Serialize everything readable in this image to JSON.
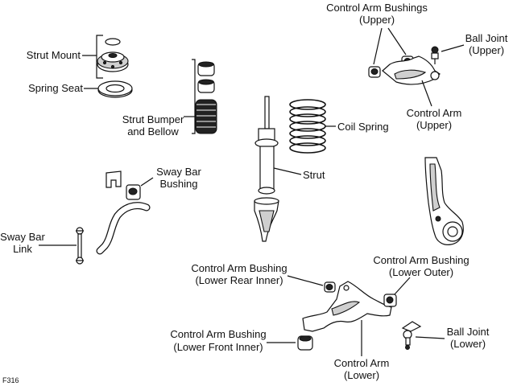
{
  "figure_id": "F316",
  "labels": {
    "strut_mount": "Strut Mount",
    "spring_seat": "Spring Seat",
    "strut_bumper": [
      "Strut Bumper",
      "and Bellow"
    ],
    "coil_spring": "Coil Spring",
    "strut": "Strut",
    "sway_bar_bushing": [
      "Sway Bar",
      "Bushing"
    ],
    "sway_bar_link": [
      "Sway Bar",
      "Link"
    ],
    "control_arm_bushings_upper": [
      "Control Arm Bushings",
      "(Upper)"
    ],
    "ball_joint_upper": [
      "Ball Joint",
      "(Upper)"
    ],
    "control_arm_upper": [
      "Control Arm",
      "(Upper)"
    ],
    "control_arm_bushing_lower_rear_inner": [
      "Control Arm Bushing",
      "(Lower Rear Inner)"
    ],
    "control_arm_bushing_lower_outer": [
      "Control Arm Bushing",
      "(Lower Outer)"
    ],
    "control_arm_bushing_lower_front_inner": [
      "Control Arm Bushing",
      "(Lower Front Inner)"
    ],
    "ball_joint_lower": [
      "Ball Joint",
      "(Lower)"
    ],
    "control_arm_lower": [
      "Control Arm",
      "(Lower)"
    ]
  }
}
